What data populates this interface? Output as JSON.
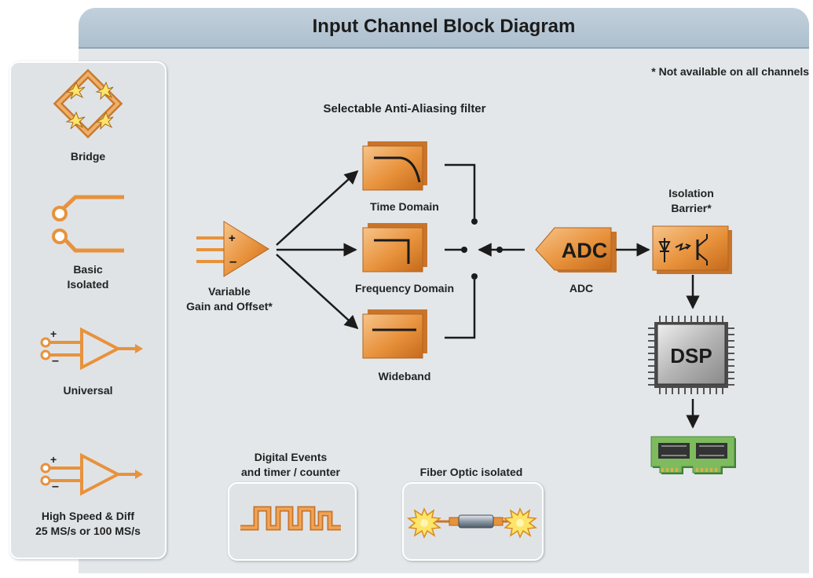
{
  "title": "Input Channel Block Diagram",
  "note": "* Not available on all channels",
  "filter_group_label": "Selectable Anti-Aliasing filter",
  "sidebar": {
    "items": [
      {
        "label": "Bridge",
        "icon": "bridge-icon"
      },
      {
        "label": "Basic\nIsolated",
        "icon": "isolated-input-icon"
      },
      {
        "label": "Universal",
        "icon": "amplifier-icon"
      },
      {
        "label": "High Speed & Diff\n25 MS/s or 100 MS/s",
        "icon": "amplifier-icon"
      }
    ]
  },
  "blocks": {
    "amplifier": "Variable\nGain and Offset*",
    "time_domain": "Time Domain",
    "frequency_domain": "Frequency Domain",
    "wideband": "Wideband",
    "adc": "ADC",
    "adc_symbol": "ADC",
    "isolation": "Isolation\nBarrier*",
    "dsp": "DSP"
  },
  "bottom": {
    "digital": "Digital Events\nand timer / counter",
    "fiber": "Fiber Optic isolated"
  },
  "colors": {
    "accent_orange": "#e8923c",
    "panel_header": "#b4c5d3",
    "panel_bg": "#e3e7ea",
    "board_green": "#6aa84f"
  }
}
